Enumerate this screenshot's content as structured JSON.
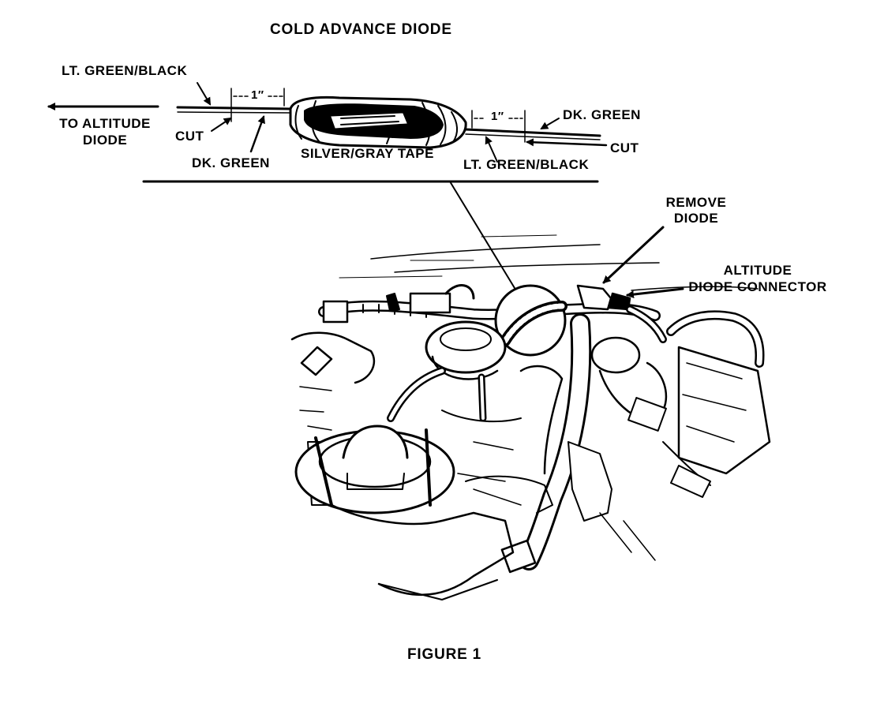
{
  "diagram": {
    "title": "COLD ADVANCE DIODE",
    "figure_caption": "FIGURE 1",
    "inset_labels": {
      "left_wire_top": "LT. GREEN/BLACK",
      "to_altitude_line1": "TO ALTITUDE",
      "to_altitude_line2": "DIODE",
      "cut_left": "CUT",
      "dim_left": "1″",
      "dk_green_left": "DK. GREEN",
      "tape": "SILVER/GRAY TAPE",
      "dim_right": "1″",
      "dk_green_right": "DK. GREEN",
      "cut_right": "CUT",
      "right_wire_bottom": "LT. GREEN/BLACK"
    },
    "engine_labels": {
      "remove_line1": "REMOVE",
      "remove_line2": "DIODE",
      "connector_line1": "ALTITUDE",
      "connector_line2": "DIODE CONNECTOR"
    }
  }
}
